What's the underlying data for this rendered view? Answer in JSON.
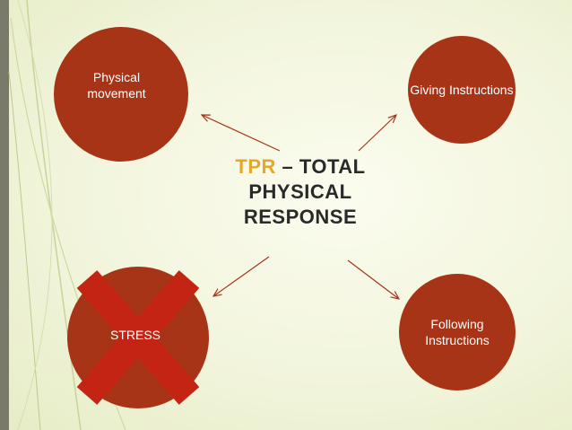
{
  "title": {
    "accent": "TPR",
    "rest": " – TOTAL",
    "line2": "PHYSICAL",
    "line3": "RESPONSE"
  },
  "nodes": {
    "physical": {
      "label": "Physical movement"
    },
    "giving": {
      "label": "Giving Instructions"
    },
    "following": {
      "label": "Following Instructions"
    },
    "stress": {
      "label": "STRESS",
      "crossed_out": true
    }
  },
  "colors": {
    "node_fill": "#a83418",
    "title_accent": "#e6a72a",
    "cross": "#c42414",
    "arrow": "#a83418"
  }
}
